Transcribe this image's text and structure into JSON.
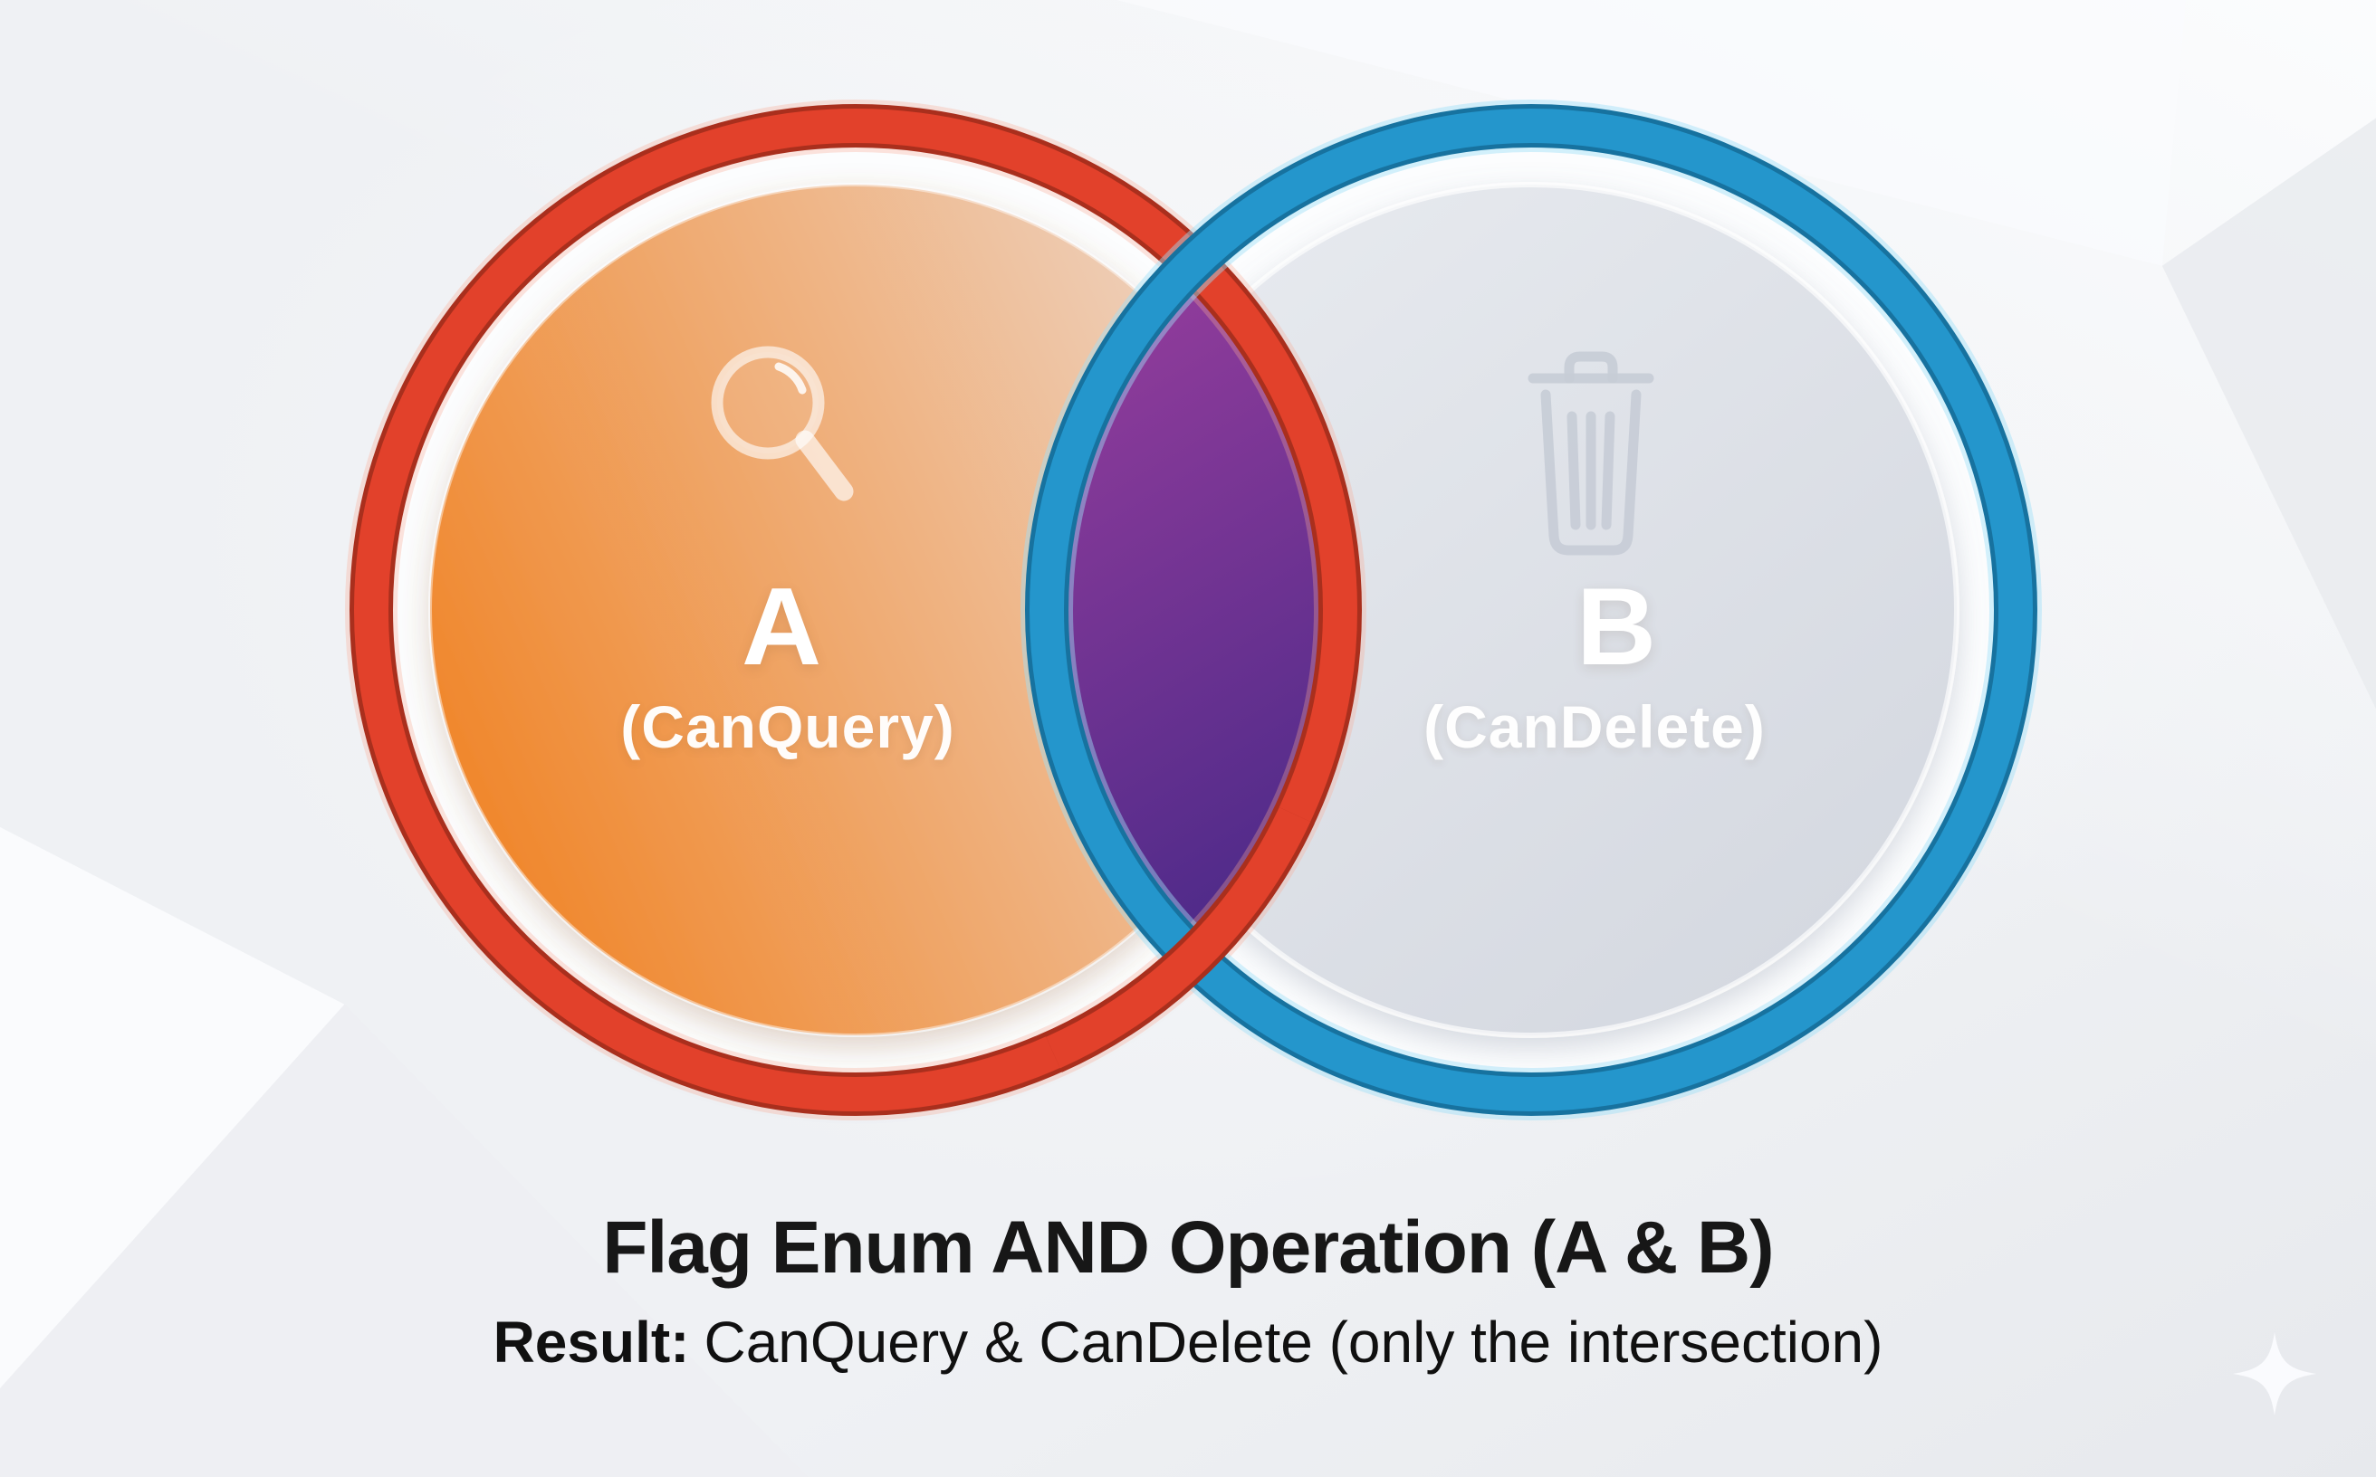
{
  "venn": {
    "set_a": {
      "label": "A",
      "sublabel": "(CanQuery)",
      "icon": "magnifier-icon",
      "ring_color": "#e2412b",
      "ring_edge_color": "#a92f1d",
      "fill_from": "#f0862a",
      "fill_to": "#eed5c5"
    },
    "set_b": {
      "label": "B",
      "sublabel": "(CanDelete)",
      "icon": "trash-icon",
      "ring_color": "#2496cc",
      "ring_edge_color": "#17729f",
      "fill_from": "#e6e9ee",
      "fill_to": "#d4d8e0"
    },
    "intersection": {
      "color_top": "#913c9b",
      "color_bottom": "#4d2a89"
    }
  },
  "caption": {
    "title": "Flag Enum AND Operation (A & B)",
    "result_label": "Result:",
    "result_text": "CanQuery & CanDelete (only the intersection)"
  }
}
